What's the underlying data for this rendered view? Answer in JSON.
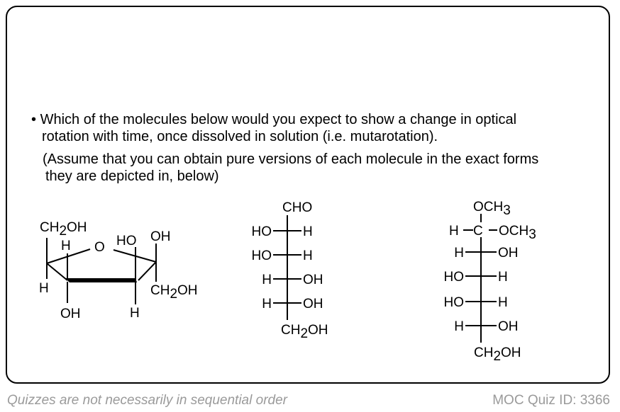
{
  "question": {
    "bullet": "•",
    "line1": "Which of the molecules below would you expect to show a change in optical",
    "line2": "rotation with time, once dissolved in solution (i.e. mutarotation).",
    "line3": "(Assume that you can obtain pure versions of each molecule in the exact forms",
    "line4": "they are depicted in, below)"
  },
  "molecule1": {
    "top_left": "CH2OH",
    "h1": "H",
    "ring_o": "O",
    "ho": "HO",
    "oh_top": "OH",
    "h_left": "H",
    "ch2oh_right": "CH2OH",
    "oh_bottom": "OH",
    "h_bottom": "H"
  },
  "molecule2": {
    "top": "CHO",
    "rows": [
      {
        "left": "HO",
        "right": "H"
      },
      {
        "left": "HO",
        "right": "H"
      },
      {
        "left": "H",
        "right": "OH"
      },
      {
        "left": "H",
        "right": "OH"
      }
    ],
    "bottom": "CH2OH"
  },
  "molecule3": {
    "top": "OCH3",
    "c_row": {
      "left": "H",
      "center": "C",
      "right": "OCH3"
    },
    "rows": [
      {
        "left": "H",
        "right": "OH"
      },
      {
        "left": "HO",
        "right": "H"
      },
      {
        "left": "HO",
        "right": "H"
      },
      {
        "left": "H",
        "right": "OH"
      }
    ],
    "bottom": "CH2OH"
  },
  "footer": {
    "left": "Quizzes are not necessarily in sequential order",
    "right": "MOC Quiz ID: 3366"
  }
}
